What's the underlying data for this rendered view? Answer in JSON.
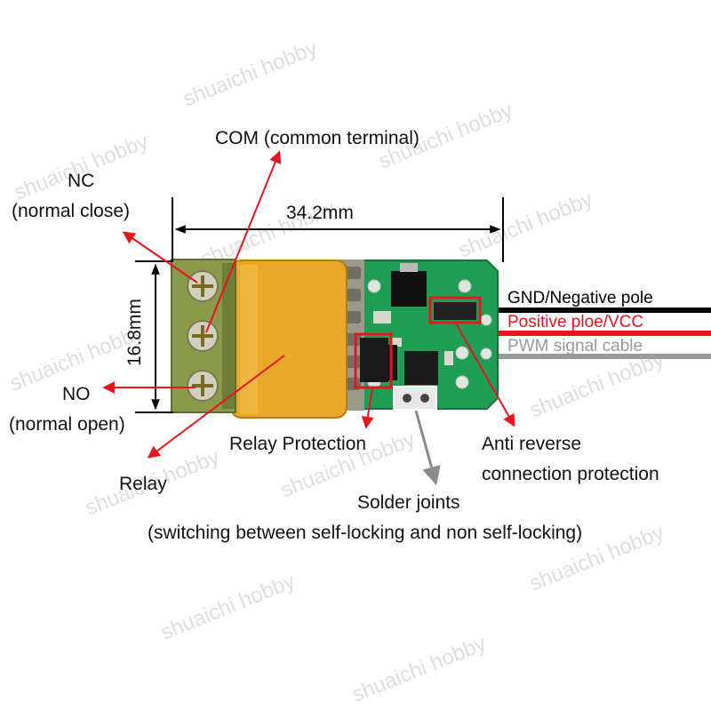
{
  "watermark": "shuaichi hobby",
  "dimensions": {
    "width": "34.2mm",
    "height": "16.8mm"
  },
  "labels": {
    "com": "COM (common terminal)",
    "nc_line1": "NC",
    "nc_line2": "(normal close)",
    "no_line1": "NO",
    "no_line2": "(normal open)",
    "relay": "Relay",
    "relay_protection": "Relay Protection",
    "anti_reverse_line1": "Anti reverse",
    "anti_reverse_line2": "connection protection",
    "solder_line1": "Solder joints",
    "solder_line2": "(switching between self-locking and non self-locking)"
  },
  "wires": [
    {
      "label": "GND/Negative pole",
      "color": "#000000"
    },
    {
      "label": "Positive ploe/VCC",
      "color": "#e8141e"
    },
    {
      "label": "PWM signal cable",
      "color": "#9a9a9a"
    }
  ],
  "colors": {
    "arrow": "#e8141e",
    "solder_arrow": "#8a8a8a",
    "pcb": "#1f9d55",
    "relay": "#e8a82a",
    "terminal": "#8a9a4a",
    "highlight_box": "#e8141e"
  }
}
